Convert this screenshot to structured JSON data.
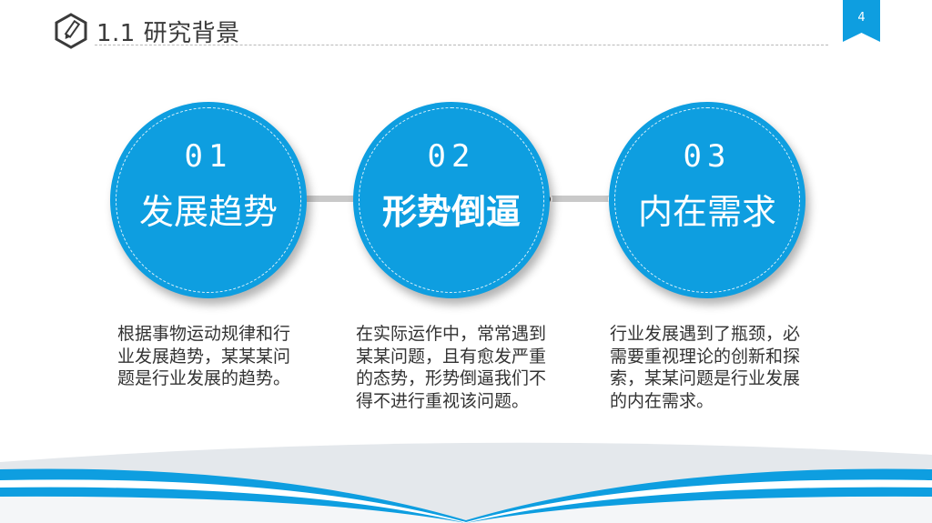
{
  "header": {
    "title": "1.1 研究背景",
    "icon": "pencil-hexagon-icon",
    "page_number": "4"
  },
  "steps": [
    {
      "number": "01",
      "label": "发展趋势",
      "description": "根据事物运动规律和行业发展趋势，某某某问题是行业发展的趋势。"
    },
    {
      "number": "02",
      "label": "形势倒逼",
      "description": "在实际运作中，常常遇到某某问题，且有愈发严重的态势，形势倒逼我们不得不进行重视该问题。"
    },
    {
      "number": "03",
      "label": "内在需求",
      "description": "行业发展遇到了瓶颈，必需要重视理论的创新和探索，某某问题是行业发展的内在需求。"
    }
  ],
  "colors": {
    "accent": "#0e9ee0",
    "connector": "#c9c9c9",
    "text": "#333333"
  }
}
